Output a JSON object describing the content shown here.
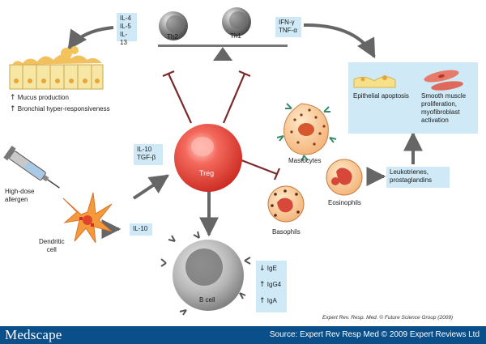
{
  "cells": {
    "th2": "Th2",
    "th1": "Th1",
    "treg": "Treg",
    "b_cell": "B cell",
    "mastocytes": "Mastocytes",
    "eosinophils": "Eosinophils",
    "basophils": "Basophils"
  },
  "cytokines": {
    "th2_lines": [
      "IL-4",
      "IL-5",
      "IL-13"
    ],
    "th1_lines": [
      "IFN-γ",
      "TNF-α"
    ],
    "treg_lines": [
      "IL-10",
      "TGF-β"
    ],
    "dendritic": "IL-10",
    "mediators_lines": [
      "Leukotrienes,",
      "prostaglandins"
    ]
  },
  "effects": {
    "airway_lines": [
      "Mucus production",
      "Bronchial hyper-responsiveness"
    ],
    "epithelial": "Epithelial apoptosis",
    "smooth_lines": [
      "Smooth muscle",
      "proliferation,",
      "myofibroblast",
      "activation"
    ]
  },
  "antibodies": [
    "IgE",
    "IgG4",
    "IgA"
  ],
  "allergen_lines": [
    "High-dose",
    "allergen"
  ],
  "dendritic_lines": [
    "Dendritic",
    "cell"
  ],
  "credit": "Expert Rev. Resp. Med. © Future Science Group (2009)",
  "footer": {
    "brand": "Medscape",
    "source": "Source: Expert Rev Resp Med © 2009 Expert Reviews Ltd"
  },
  "colors": {
    "label_box": "#cfe9f6",
    "treg": "#e8443a",
    "arrow_gray": "#666666",
    "inhibit": "#7a2a2a",
    "footer_bg": "#0b4f8a"
  }
}
